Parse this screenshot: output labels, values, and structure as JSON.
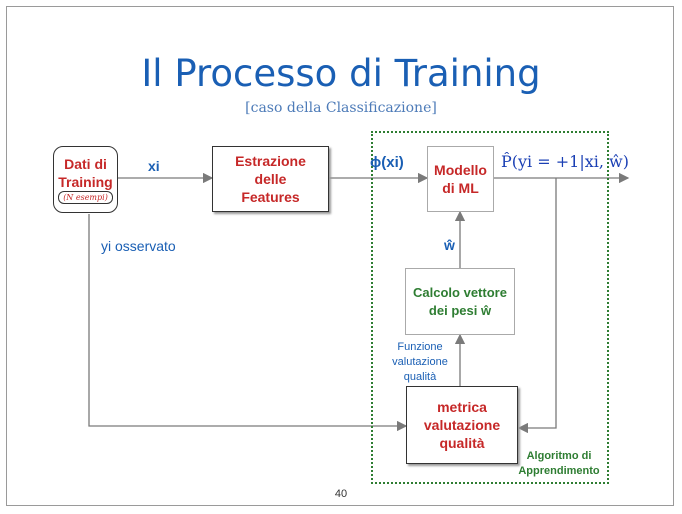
{
  "slide": {
    "title": "Il Processo di Training",
    "subtitle": "[caso della Classificazione]",
    "page_number": "40"
  },
  "nodes": {
    "dati": {
      "line1": "Dati di",
      "line2": "Training",
      "note": "(N esempi)"
    },
    "estrazione": {
      "line1": "Estrazione",
      "line2": "delle",
      "line3": "Features"
    },
    "modello": {
      "line1": "Modello",
      "line2": "di ML"
    },
    "calcolo": {
      "line1": "Calcolo vettore",
      "line2": "dei pesi ŵ"
    },
    "metrica": {
      "line1": "metrica",
      "line2": "valutazione",
      "line3": "qualità"
    }
  },
  "labels": {
    "x_i": "xi",
    "phi": "ϕ(xi)",
    "y_obs": "yi osservato",
    "w_hat": "ŵ",
    "output": "P̂(yi = +1|xi, ŵ)",
    "funzione_1": "Funzione",
    "funzione_2": "valutazione",
    "funzione_3": "qualità",
    "algoritmo_1": "Algoritmo di",
    "algoritmo_2": "Apprendimento"
  },
  "colors": {
    "title": "#1a5fb4",
    "node_text_red": "#c62828",
    "node_text_green": "#2e7d32",
    "algo_border": "#2e7d32",
    "arrows": "#7a7a7a"
  }
}
